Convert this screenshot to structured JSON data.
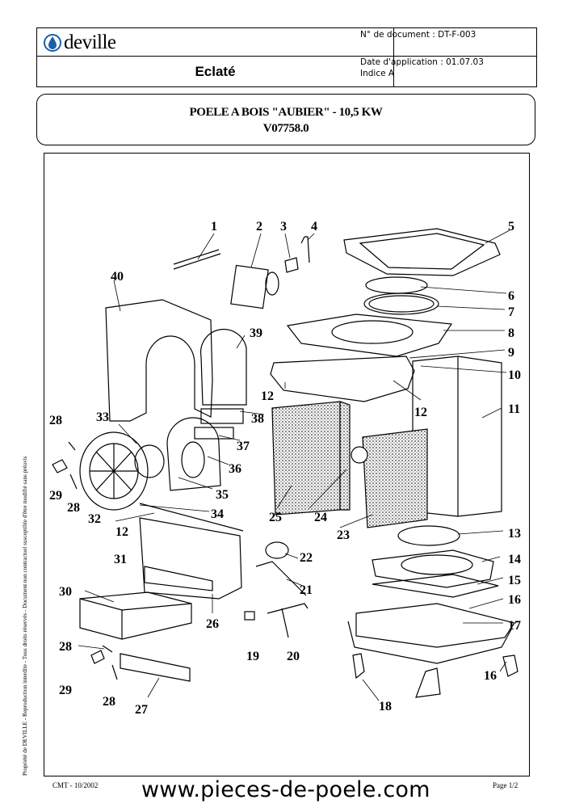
{
  "header": {
    "logo_text": "deville",
    "section_title": "Eclaté",
    "doc_number": "N° de document : DT-F-003",
    "date_application": "Date d'application : 01.07.03",
    "indice": "Indice A"
  },
  "title": {
    "line1": "POELE A BOIS \"AUBIER\" - 10,5 KW",
    "line2": "V07758.0"
  },
  "diagram": {
    "labels": [
      "1",
      "2",
      "3",
      "4",
      "5",
      "40",
      "6",
      "7",
      "8",
      "39",
      "9",
      "10",
      "12",
      "12",
      "11",
      "28",
      "33",
      "38",
      "37",
      "36",
      "29",
      "28",
      "35",
      "32",
      "34",
      "25",
      "24",
      "23",
      "12",
      "13",
      "31",
      "22",
      "14",
      "30",
      "21",
      "15",
      "26",
      "16",
      "17",
      "28",
      "19",
      "20",
      "29",
      "16",
      "28",
      "18",
      "27"
    ]
  },
  "footer": {
    "side_note": "Propriété de DEVILLE - Reproduction interdite - Tous droits réservés - Document non contractuel susceptible d'être modifié sans préavis",
    "cmt": "CMT - 10/2002",
    "website": "www.pieces-de-poele.com",
    "page": "Page 1/2"
  }
}
